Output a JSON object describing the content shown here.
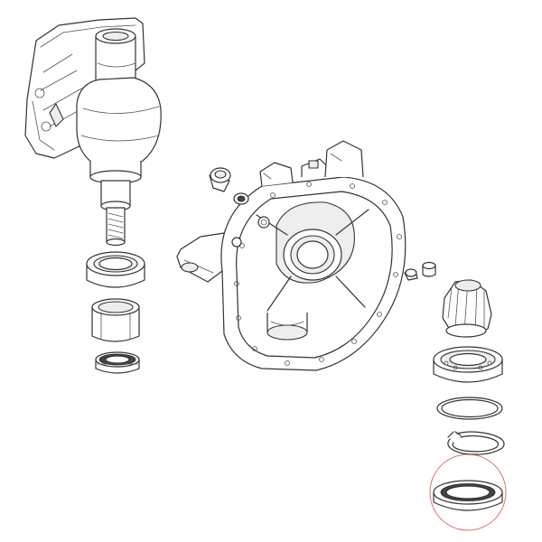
{
  "diagram": {
    "parts": [
      {
        "id": "spindle-housing"
      },
      {
        "id": "tapered-roller-bearing"
      },
      {
        "id": "needle-roller-bearing"
      },
      {
        "id": "thrust-bearing"
      },
      {
        "id": "drive-axle-housing"
      },
      {
        "id": "grease-fitting"
      },
      {
        "id": "bolt"
      },
      {
        "id": "bevel-pinion-gear"
      },
      {
        "id": "ball-bearing"
      },
      {
        "id": "o-ring"
      },
      {
        "id": "circlip"
      },
      {
        "id": "oil-seal",
        "highlighted": true
      }
    ],
    "highlight_color": "#c0392b"
  }
}
